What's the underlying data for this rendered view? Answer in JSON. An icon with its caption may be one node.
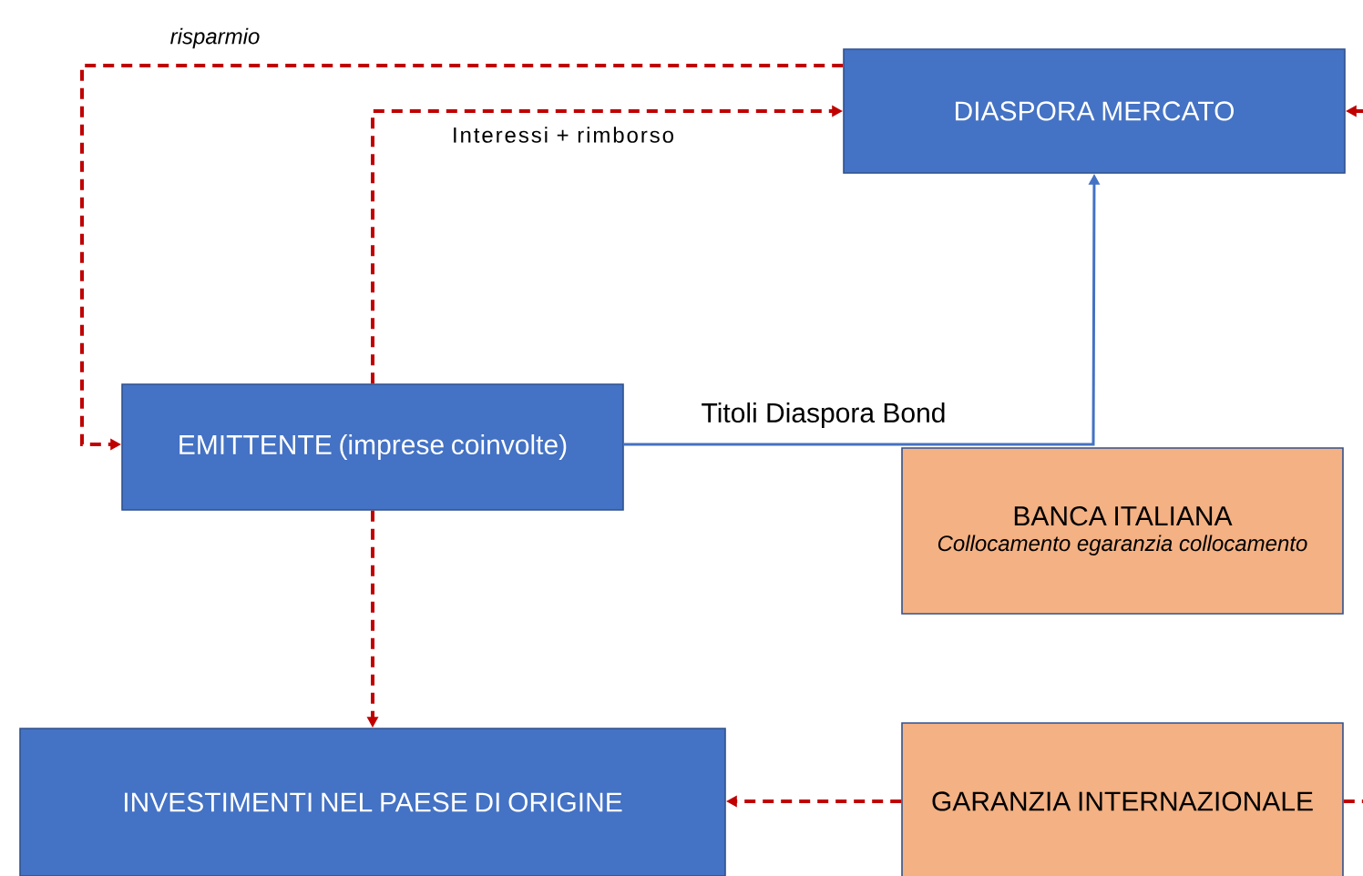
{
  "diagram": {
    "nodes": [
      {
        "text": [
          "DIASPORA MERCATO"
        ]
      },
      {
        "text": [
          "EMITTENTE (imprese coinvolte)"
        ]
      },
      {
        "text": [
          "BANCA ITALIANA",
          "Collocamento egaranzia collocamento"
        ]
      },
      {
        "text": [
          "INVESTIMENTI NEL PAESE DI ORIGINE"
        ]
      },
      {
        "text": [
          "GARANZIA INTERNAZIONALE"
        ]
      }
    ],
    "edges": [
      {
        "from": 0,
        "to": 1,
        "arrow": "to",
        "label": "risparmio",
        "style": "dashed"
      },
      {
        "from": 1,
        "to": 0,
        "arrow": "to",
        "label": "Interessi + rimborso",
        "style": "dashed"
      },
      {
        "from": 1,
        "to": 0,
        "arrow": "to",
        "label": "Titoli Diaspora Bond",
        "color": "#4472c4"
      },
      {
        "from": 1,
        "to": 3,
        "arrow": "to",
        "style": "dashed"
      },
      {
        "from": 4,
        "to": 3,
        "arrow": "to",
        "style": "dashed"
      },
      {
        "from": null,
        "to": 0,
        "arrow": "to",
        "style": "dashed"
      },
      {
        "from": 4,
        "to": null,
        "arrow": "none",
        "style": "dashed"
      }
    ]
  }
}
